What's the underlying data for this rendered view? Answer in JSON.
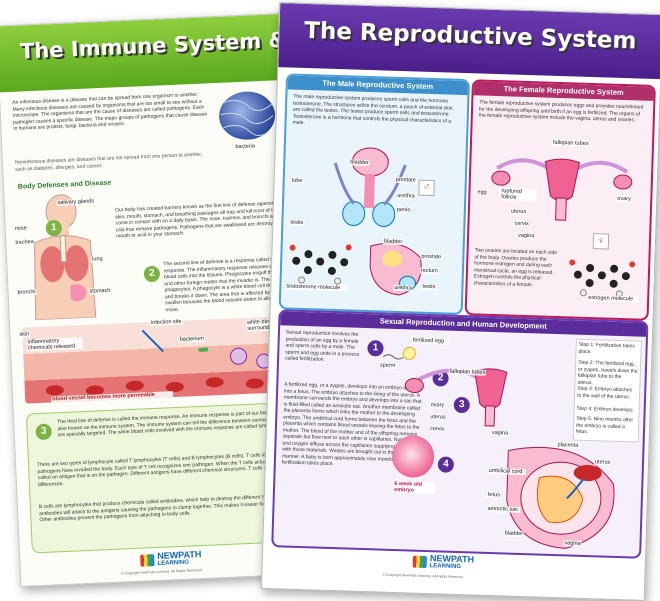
{
  "back_chart": {
    "title": "The Immune System &",
    "intro": "An infectious disease is a disease that can be spread from one organism to another. Many infectious diseases are caused by organisms that are too small to see without a microscope. The organisms that are the cause of diseases are called pathogens. Each pathogen causes a specific disease. The major groups of pathogens that cause disease in humans are protists, fungi, bacteria and viruses.",
    "noninfectious": "Noninfectious diseases are diseases that are not spread from one person to another, such as diabetes, allergies, and cancer.",
    "bacteria_label": "bacteria",
    "section_heading": "Body Defenses and Disease",
    "step1_number": "1",
    "step1_text": "Our body has created barriers known as the first line of defense against pathogens out. The skin, mouth, stomach, and breathing passages all trap and kill most of the pathogens that we come in contact with on a daily basis. The nose, trachea, and bronchi all contain mucus and cilia that remove pathogens. Pathogens that are swallowed are destroyed by acid in your mouth or acid in your stomach.",
    "step2_number": "2",
    "step2_text": "The second line of defense is a response called the inflammatory response. The inflammatory response releases chemicals and white blood cells into the tissues. Phagocytes engulf the invading pathogens and other foreign matter that the invader is. The white blood cells called phagocytes. A phagocyte is a white blood cell that engulfs the pathogen and breaks it down. The area that is affected by an infection becomes swollen because the blood vessels widen to allow the blood cells to move.",
    "step3_number": "3",
    "step3_text": "The third line of defense is called the immune response. An immune response is part of our body's disease fighting system, also known as the immune system. The immune system can tell the difference between various pathogens, so that they are specially targeted. The white blood cells involved with the immune response are called lymphocytes.",
    "step3_text2": "There are two types of lymphocyte called T lymphocytes (T cells) and B lymphocytes (B cells). T cells identify exactly which pathogens have invaded the body. Each type of T cell recognizes one pathogen. When the T cells actually recognize is something called an antigen that is on the pathogen. Different antigens have different chemical structures. T cells can distinguish these differences.",
    "step3_text3": "B cells are lymphocytes that produce chemicals called antibodies, which help to destroy the different types of pathogens. Some antibodies will attach to the antigens causing the pathogens to clump together. This makes it easier for phagocytes to destroy them. Other antibodies prevent the pathogens from attaching to body cells.",
    "body_labels": {
      "salivary_glands": "salivary glands",
      "nose": "nose",
      "trachea": "trachea",
      "lung": "lung",
      "bronchi": "bronchi",
      "stomach": "stomach",
      "skin": "skin"
    },
    "inflam_labels": {
      "infection_site": "infection site",
      "inflammatory_chemicals": "inflammatory chemicals released",
      "bacterium": "bacterium",
      "white_blood_cells": "white blood cells migrate to surrounding area",
      "blood_vessel": "blood vessel becomes more permeable"
    },
    "logo_top": "NEWPATH",
    "logo_bottom": "LEARNING",
    "copyright": "© Copyright NewPath Learning. All Rights Reserved."
  },
  "front_chart": {
    "title": "The Reproductive System",
    "male": {
      "heading": "The Male Reproductive System",
      "text": "The male reproductive system produces sperm cells and the hormone testosterone. The structures within the scrotum, a pouch of external skin, are called the testes. The testes produce sperm cells and testosterone. Testosterone is a hormone that controls the physical characteristics of a male.",
      "labels": {
        "bladder": "bladder",
        "tube": "tube",
        "prostate": "prostate",
        "urethra": "urethra",
        "penis": "penis",
        "testis": "testis",
        "bladder2": "bladder",
        "prostate2": "prostate",
        "rectum": "rectum",
        "urethra2": "urethra",
        "testis2": "testis",
        "molecule": "testosterone molecule"
      }
    },
    "female": {
      "heading": "The Female Reproductive System",
      "text": "The female reproductive system produces eggs and provides nourishment for the developing offspring until birth if an egg is fertilized. The organs of the female reproductive system include the vagina, uterus and ovaries.",
      "text2": "Two ovaries are located on each side of the body. Ovaries produce the hormone estrogen and during each menstrual cycle, an egg is released. Estrogen controls the physical characteristics of a female.",
      "labels": {
        "fallopian_tubes": "fallopian tubes",
        "egg": "egg",
        "ruptured_follicle": "ruptured follicle",
        "ovary": "ovary",
        "uterus": "uterus",
        "cervix": "cervix",
        "vagina": "vagina",
        "molecule": "estrogen molecule"
      }
    },
    "sexual": {
      "heading": "Sexual Reproduction and Human Development",
      "text": "Sexual reproduction involves the production of an egg by a female and sperm cells by a male. The sperm and egg unite in a process called fertilization.",
      "text2": "A fertilized egg, or a zygote, develops into an embryo and then into a fetus. The embryo attaches to the lining of the uterus. A membrane surrounds the embryo and develops into a sac that is fluid-filled called an amniotic sac. Another membrane called the placenta forms which links the mother to the developing embryo. The umbilical cord forms between the fetus and the placenta which contains blood vessels leaving the fetus to the mother. The blood of the mother and of the offspring remains separate but flow next to each other in capillaries. Nutrients and oxygen diffuse across the capillaries supplying the embryo with those materials. Wastes are brought out in the opposite manner. A baby is born approximately nine months after fertilization takes place.",
      "steps": [
        "Step 1: Fertilization takes place.",
        "Step 2: The fertilized egg, or zygote, travels down the fallopian tube to the uterus.",
        "Step 3: Embryo attaches to the wall of the uterus.",
        "Step 4: Embryo develops.",
        "Step 5: Nine months after the embryo is called a fetus."
      ],
      "labels": {
        "sperm": "sperm",
        "fertilized_egg": "fertilized egg",
        "fallopian_tubes": "fallopian tubes",
        "ovary": "ovary",
        "uterus": "uterus",
        "cervix": "cervix",
        "vagina": "vagina",
        "embryo": "6 week old embryo",
        "placenta": "placenta",
        "uterus2": "uterus",
        "umbilical_cord": "umbilical cord",
        "fetus": "fetus",
        "amniotic_sac": "amniotic sac",
        "bladder": "bladder",
        "vagina2": "vagina"
      },
      "numbers": [
        "1",
        "2",
        "3",
        "4"
      ]
    },
    "logo_top": "NEWPATH",
    "logo_bottom": "LEARNING",
    "copyright": "© Copyright NewPath Learning. All Rights Reserved."
  }
}
